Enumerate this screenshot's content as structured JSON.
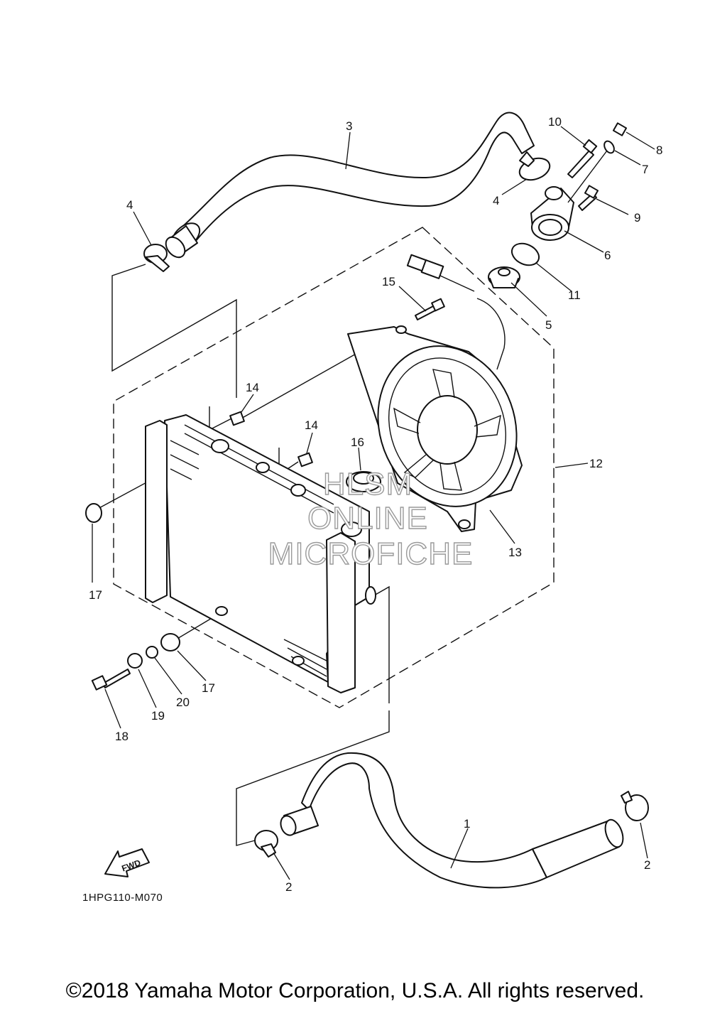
{
  "watermark": [
    "HLSM",
    "ONLINE",
    "MICROFICHE"
  ],
  "diagram_code": "1HPG110-M070",
  "copyright": "©2018 Yamaha Motor Corporation, U.S.A. All rights reserved.",
  "fwd_label": "FWD",
  "callouts": [
    {
      "id": "c1",
      "label": "1"
    },
    {
      "id": "c2a",
      "label": "2"
    },
    {
      "id": "c2b",
      "label": "2"
    },
    {
      "id": "c3",
      "label": "3"
    },
    {
      "id": "c4a",
      "label": "4"
    },
    {
      "id": "c4b",
      "label": "4"
    },
    {
      "id": "c5",
      "label": "5"
    },
    {
      "id": "c6",
      "label": "6"
    },
    {
      "id": "c7",
      "label": "7"
    },
    {
      "id": "c8",
      "label": "8"
    },
    {
      "id": "c9",
      "label": "9"
    },
    {
      "id": "c10",
      "label": "10"
    },
    {
      "id": "c11",
      "label": "11"
    },
    {
      "id": "c12",
      "label": "12"
    },
    {
      "id": "c13",
      "label": "13"
    },
    {
      "id": "c14a",
      "label": "14"
    },
    {
      "id": "c14b",
      "label": "14"
    },
    {
      "id": "c15",
      "label": "15"
    },
    {
      "id": "c16",
      "label": "16"
    },
    {
      "id": "c17a",
      "label": "17"
    },
    {
      "id": "c17b",
      "label": "17"
    },
    {
      "id": "c18",
      "label": "18"
    },
    {
      "id": "c19",
      "label": "19"
    },
    {
      "id": "c20",
      "label": "20"
    }
  ]
}
